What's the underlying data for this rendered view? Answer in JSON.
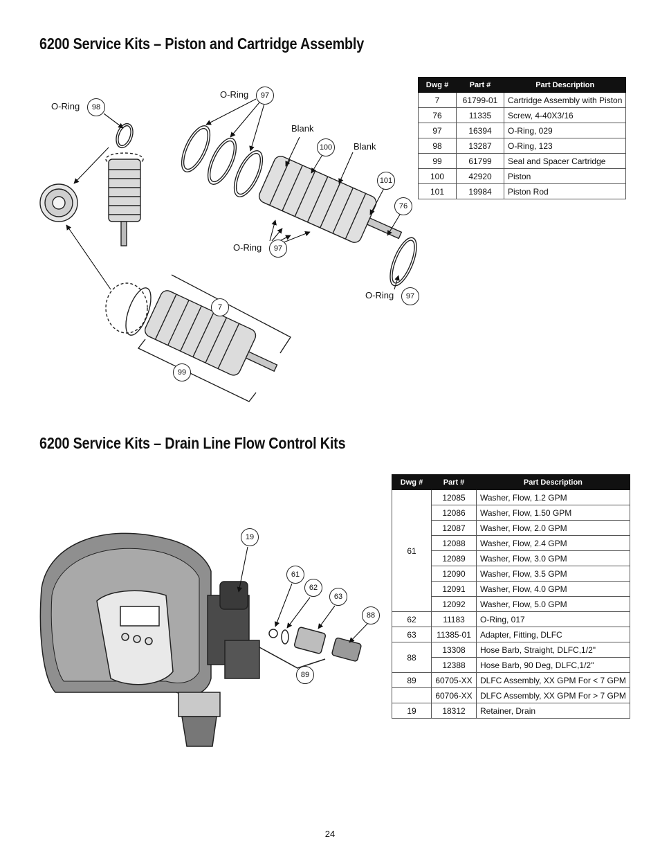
{
  "section1": {
    "title": "6200 Service Kits – Piston and Cartridge Assembly",
    "table": {
      "headers": [
        "Dwg #",
        "Part #",
        "Part Description"
      ],
      "rows": [
        [
          "7",
          "61799-01",
          "Cartridge Assembly with Piston"
        ],
        [
          "76",
          "11335",
          "Screw, 4-40X3/16"
        ],
        [
          "97",
          "16394",
          "O-Ring, 029"
        ],
        [
          "98",
          "13287",
          "O-Ring, 123"
        ],
        [
          "99",
          "61799",
          "Seal and Spacer Cartridge"
        ],
        [
          "100",
          "42920",
          "Piston"
        ],
        [
          "101",
          "19984",
          "Piston Rod"
        ]
      ]
    },
    "labels": {
      "oring": "O-Ring",
      "blank": "Blank"
    },
    "callouts": [
      "98",
      "97",
      "100",
      "101",
      "76",
      "97",
      "97",
      "7",
      "99"
    ]
  },
  "section2": {
    "title": "6200 Service Kits – Drain Line Flow Control Kits",
    "table": {
      "headers": [
        "Dwg #",
        "Part #",
        "Part Description"
      ],
      "group61": {
        "dwg": "61",
        "rows": [
          [
            "12085",
            "Washer, Flow, 1.2 GPM"
          ],
          [
            "12086",
            "Washer, Flow, 1.50 GPM"
          ],
          [
            "12087",
            "Washer, Flow, 2.0 GPM"
          ],
          [
            "12088",
            "Washer, Flow, 2.4 GPM"
          ],
          [
            "12089",
            "Washer, Flow, 3.0 GPM"
          ],
          [
            "12090",
            "Washer, Flow, 3.5 GPM"
          ],
          [
            "12091",
            "Washer, Flow, 4.0 GPM"
          ],
          [
            "12092",
            "Washer, Flow, 5.0 GPM"
          ]
        ]
      },
      "row62": [
        "62",
        "11183",
        "O-Ring, 017"
      ],
      "row63": [
        "63",
        "11385-01",
        "Adapter, Fitting, DLFC"
      ],
      "group88": {
        "dwg": "88",
        "rows": [
          [
            "13308",
            "Hose Barb, Straight, DLFC,1/2\""
          ],
          [
            "12388",
            "Hose Barb, 90 Deg, DLFC,1/2\""
          ]
        ]
      },
      "row89": [
        "89",
        "60705-XX",
        "DLFC Assembly, XX GPM For <  7 GPM"
      ],
      "row89b": [
        "",
        "60706-XX",
        "DLFC Assembly, XX GPM For > 7 GPM"
      ],
      "row19": [
        "19",
        "18312",
        "Retainer, Drain"
      ]
    },
    "callouts": [
      "19",
      "61",
      "62",
      "63",
      "88",
      "89"
    ]
  },
  "page_number": "24"
}
